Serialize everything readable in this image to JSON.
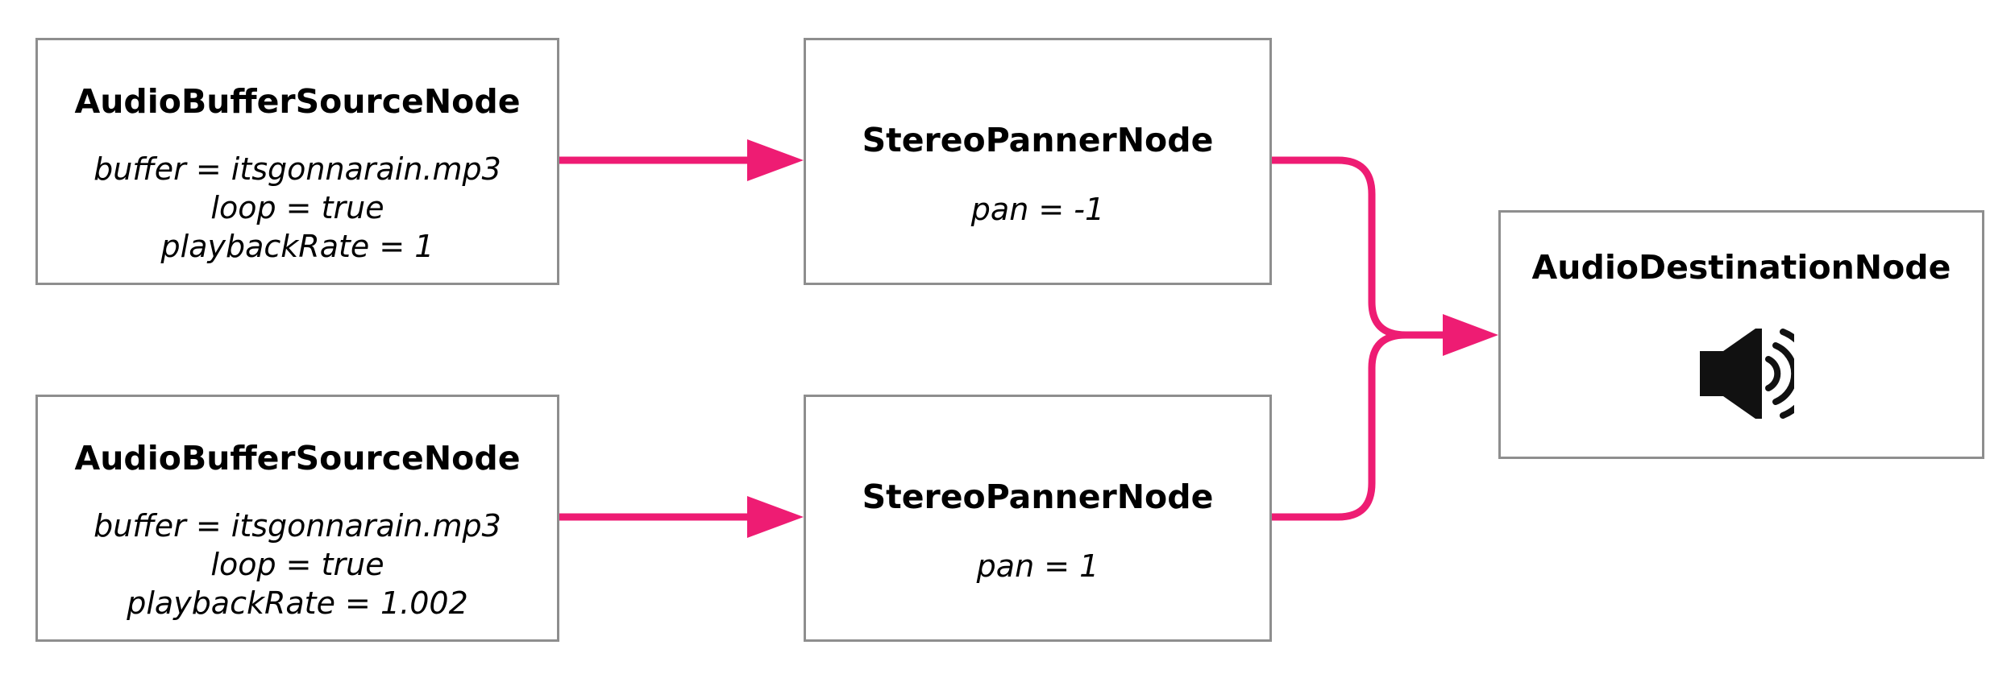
{
  "nodes": {
    "source_1": {
      "title": "AudioBufferSourceNode",
      "props": [
        "buffer = itsgonnarain.mp3",
        "loop = true",
        "playbackRate = 1"
      ]
    },
    "source_2": {
      "title": "AudioBufferSourceNode",
      "props": [
        "buffer = itsgonnarain.mp3",
        "loop = true",
        "playbackRate = 1.002"
      ]
    },
    "panner_1": {
      "title": "StereoPannerNode",
      "props": [
        "pan = -1"
      ]
    },
    "panner_2": {
      "title": "StereoPannerNode",
      "props": [
        "pan = 1"
      ]
    },
    "destination": {
      "title": "AudioDestinationNode",
      "icon": "speaker-icon"
    }
  },
  "edges": [
    {
      "from": "source_1",
      "to": "panner_1"
    },
    {
      "from": "source_2",
      "to": "panner_2"
    },
    {
      "from": "panner_1",
      "to": "destination"
    },
    {
      "from": "panner_2",
      "to": "destination"
    }
  ],
  "colors": {
    "edge": "#ee1c73",
    "border": "#8e8e8e",
    "text": "#000000"
  }
}
